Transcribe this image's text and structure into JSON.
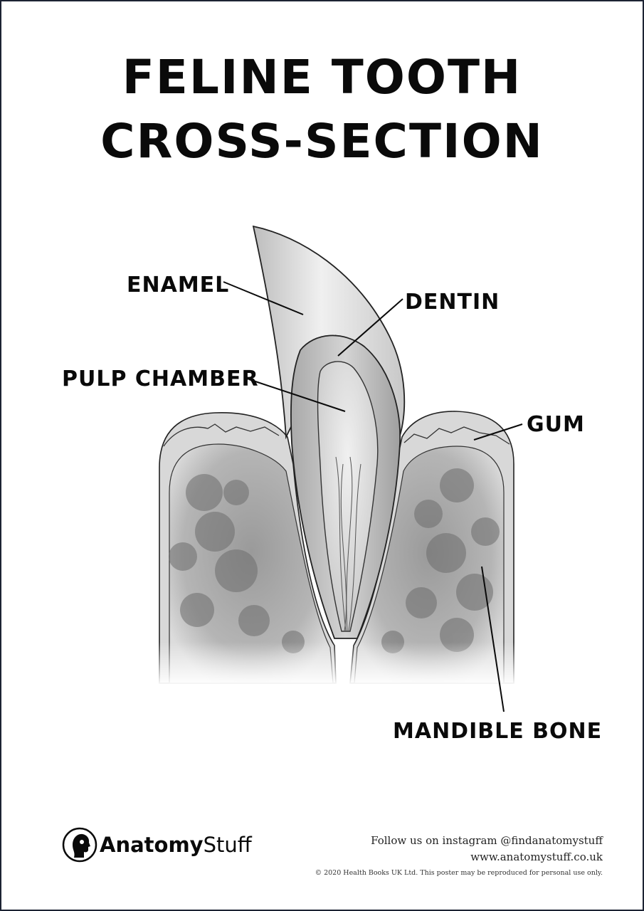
{
  "title": {
    "line1": "FELINE TOOTH",
    "line2": "CROSS-SECTION"
  },
  "labels": {
    "enamel": "ENAMEL",
    "dentin": "DENTIN",
    "pulp_chamber": "PULP CHAMBER",
    "gum": "GUM",
    "mandible_bone": "MANDIBLE BONE"
  },
  "footer": {
    "logo_bold": "Anatomy",
    "logo_light": "Stuff",
    "instagram": "Follow us on instagram @findanatomystuff",
    "website": "www.anatomystuff.co.uk",
    "copyright": "© 2020 Health Books UK Ltd. This poster may be reproduced for personal use only."
  },
  "colors": {
    "frame": "#1c2333",
    "text": "#0a0a0a",
    "enamel": "#e6e6e6",
    "dentin": "#bdbdbd",
    "pulp": "#d9d9d9",
    "bone": "#8a8a8a"
  }
}
